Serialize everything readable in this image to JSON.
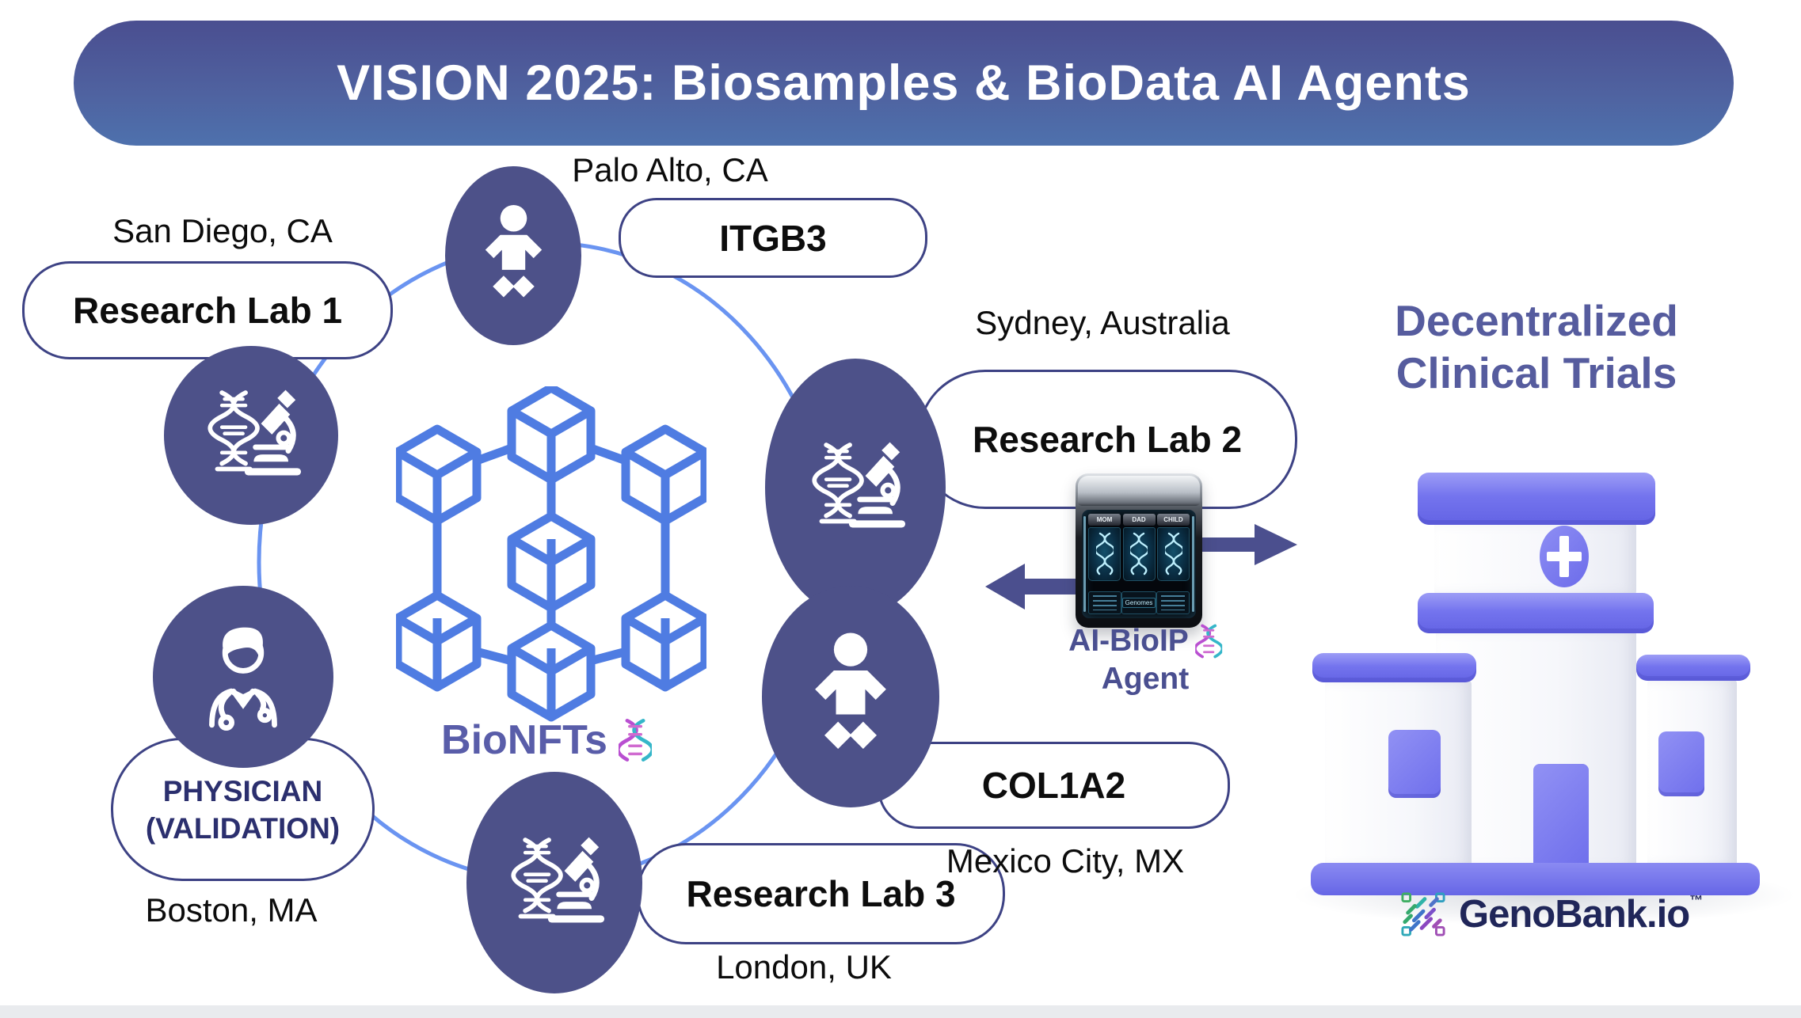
{
  "title": "VISION 2025: Biosamples & BioData AI Agents",
  "center": {
    "label": "BioNFTs",
    "icon": "dna-emoji"
  },
  "nodes": {
    "palo_alto": {
      "location": "Palo Alto, CA",
      "gene": "ITGB3",
      "icon": "baby-icon"
    },
    "san_diego": {
      "location": "San Diego, CA",
      "label": "Research Lab 1",
      "icon": "dna-microscope-icon"
    },
    "sydney": {
      "location": "Sydney, Australia",
      "label": "Research Lab 2",
      "icon": "dna-microscope-icon"
    },
    "boston": {
      "location": "Boston, MA",
      "label_line1": "PHYSICIAN",
      "label_line2": "(VALIDATION)",
      "icon": "physician-icon"
    },
    "mexico": {
      "location": "Mexico City, MX",
      "gene": "COL1A2",
      "icon": "baby-icon"
    },
    "london": {
      "location": "London, UK",
      "label": "Research Lab 3",
      "icon": "dna-microscope-icon"
    }
  },
  "agent": {
    "name": "AI-BioIP",
    "name_line2": "Agent",
    "icon": "dna-emoji",
    "device": {
      "vials": [
        "MOM",
        "DAD",
        "CHILD"
      ],
      "screen_label": "Genomes"
    }
  },
  "clinical": {
    "heading_line1": "Decentralized",
    "heading_line2": "Clinical Trials"
  },
  "logo": {
    "name": "GenoBank.io",
    "tm": "™"
  },
  "colors": {
    "banner_top": "#4a4e90",
    "banner_bottom": "#4e71ad",
    "node_fill": "#4d5189",
    "chain_blue": "#4f7ce2",
    "ring_blue": "#6a94f1",
    "pill_border": "#3d4284",
    "accent_purple": "#565c9e",
    "agent_label": "#4a4f90",
    "arrow": "#4b4f8e",
    "hospital_periwinkle": "#7575ee",
    "logo_navy": "#202659"
  }
}
